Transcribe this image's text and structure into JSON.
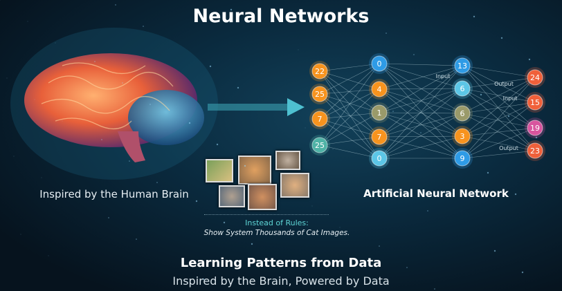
{
  "title": "Neural Networks",
  "brain_caption": "Inspired by the Human Brain",
  "network_caption": "Artificial Neural Network",
  "rules_heading": "Instead of Rules:",
  "rules_body": "Show System Thousands of Cat Images.",
  "subtitle": "Learning Patterns from Data",
  "tagline": "Inspired by the Brain, Powered by Data",
  "network": {
    "layers": [
      [
        "22",
        "25",
        "7",
        "25"
      ],
      [
        "0",
        "4",
        "1",
        "7",
        "0"
      ],
      [
        "13",
        "6",
        "6",
        "3",
        "9"
      ],
      [
        "24",
        "15",
        "19",
        "23"
      ]
    ],
    "edge_labels": [
      "Input",
      "Output",
      "Input",
      "Output"
    ]
  },
  "colors": {
    "orange": "#f7931e",
    "blue": "#2e9be6",
    "teal": "#4fb3a6",
    "red": "#f0603a",
    "pink": "#d8559e",
    "olive": "#9a9a6a",
    "cyan": "#5cc6e6"
  }
}
